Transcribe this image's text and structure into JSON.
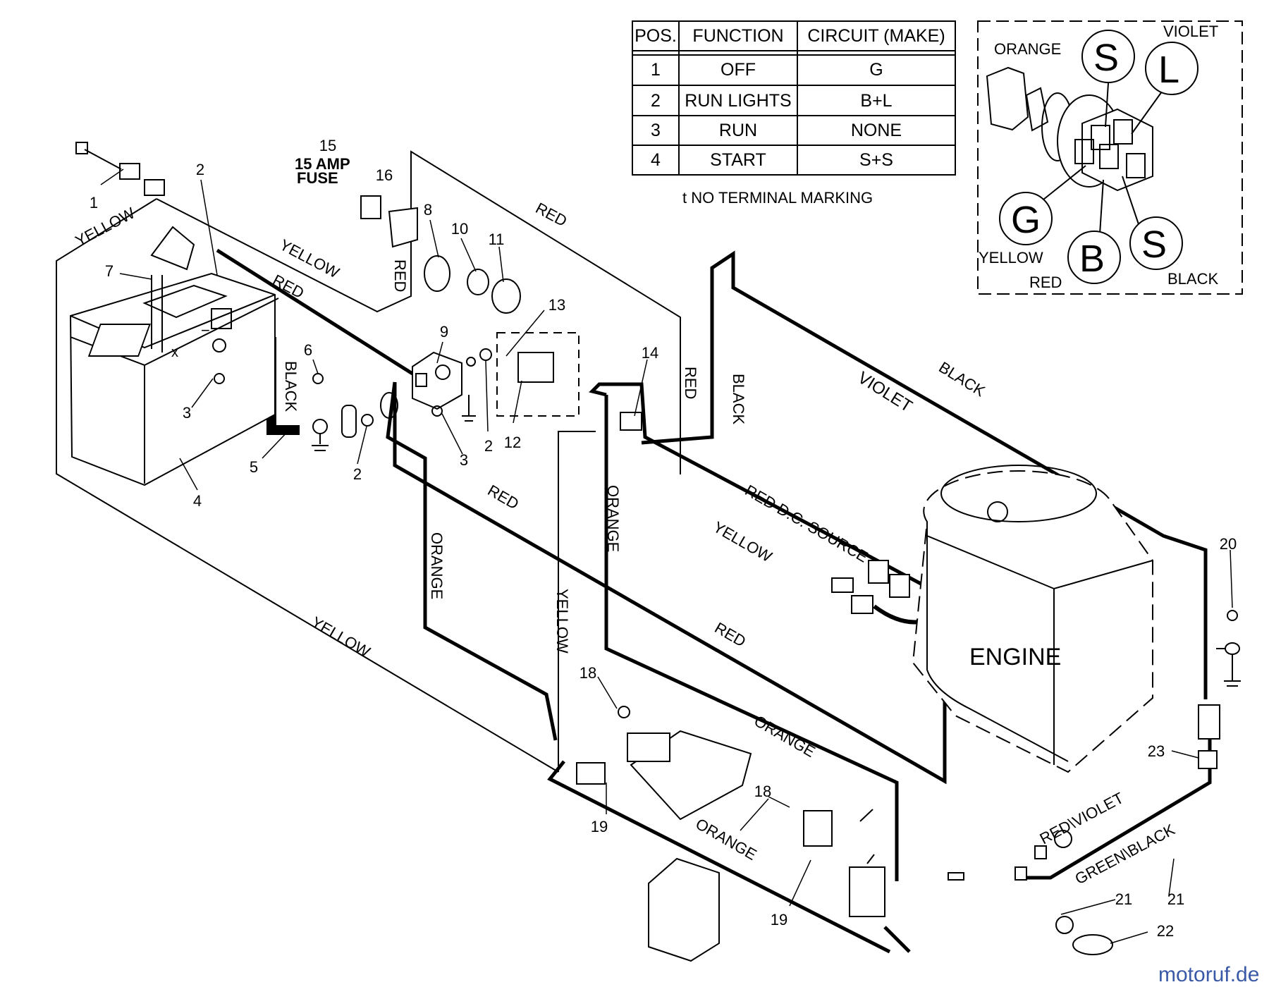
{
  "switch_table": {
    "headers": [
      "POS.",
      "FUNCTION",
      "CIRCUIT  (MAKE)"
    ],
    "rows": [
      [
        "1",
        "OFF",
        "G"
      ],
      [
        "2",
        "RUN LIGHTS",
        "B+L"
      ],
      [
        "3",
        "RUN",
        "NONE"
      ],
      [
        "4",
        "START",
        "S+S"
      ]
    ],
    "note": "t  NO TERMINAL MARKING"
  },
  "ignition_inset": {
    "terminals": [
      "S",
      "L",
      "G",
      "B",
      "S"
    ],
    "wire_labels": [
      "ORANGE",
      "VIOLET",
      "YELLOW",
      "RED",
      "BLACK"
    ]
  },
  "wire_labels": {
    "yellow_top": "YELLOW",
    "yellow_mid": "YELLOW",
    "red_top": "RED",
    "red_fuse": "RED",
    "black_batt": "BLACK",
    "red_upper": "RED",
    "red_vertical": "RED",
    "black_vertical": "BLACK",
    "violet": "VIOLET",
    "black_diag": "BLACK",
    "red_dc": "RED  D.C. SOURCE",
    "yellow_right": "YELLOW",
    "red_mid": "RED",
    "orange_1": "ORANGE",
    "orange_2": "ORANGE",
    "yellow_vert": "YELLOW",
    "red_lower": "RED",
    "yellow_low": "YELLOW",
    "orange_3": "ORANGE",
    "orange_4": "ORANGE",
    "red_violet": "RED\\VIOLET",
    "green_black": "GREEN\\BLACK"
  },
  "fuse_label": [
    "15 AMP",
    "FUSE"
  ],
  "engine_label": "ENGINE",
  "battery_marks": [
    "−",
    "x"
  ],
  "part_numbers": [
    "1",
    "2",
    "3",
    "4",
    "5",
    "6",
    "7",
    "8",
    "9",
    "10",
    "11",
    "12",
    "13",
    "14",
    "15",
    "16",
    "2",
    "2",
    "3",
    "18",
    "18",
    "19",
    "19",
    "20",
    "21",
    "21",
    "22",
    "23"
  ],
  "watermark": "motoruf.de"
}
